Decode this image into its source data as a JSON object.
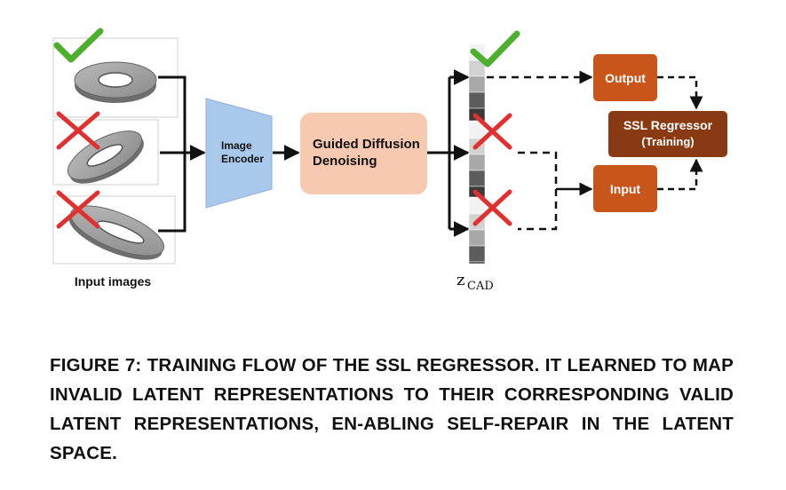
{
  "diagram": {
    "input_images_label": "Input images",
    "encoder_label_line1": "Image",
    "encoder_label_line2": "Encoder",
    "diffusion_label_line1": "Guided Diffusion",
    "diffusion_label_line2": "Denoising",
    "latent_label_main": "z",
    "latent_label_sub": "CAD",
    "output_label": "Output",
    "input_label": "Input",
    "regressor_label_line1": "SSL Regressor",
    "regressor_label_line2": "(Training)",
    "colors": {
      "check": "#4caf2e",
      "cross": "#e03030",
      "encoder": "#a9c9ec",
      "diffusion": "#f6c9b0",
      "orange_box": "#c8561a",
      "regressor": "#8a3a12"
    }
  },
  "caption": "FIGURE 7:  TRAINING FLOW OF THE SSL REGRESSOR. IT LEARNED TO MAP INVALID LATENT REPRESENTATIONS TO THEIR CORRESPONDING VALID LATENT REPRESENTATIONS, EN-ABLING SELF-REPAIR IN THE LATENT SPACE."
}
